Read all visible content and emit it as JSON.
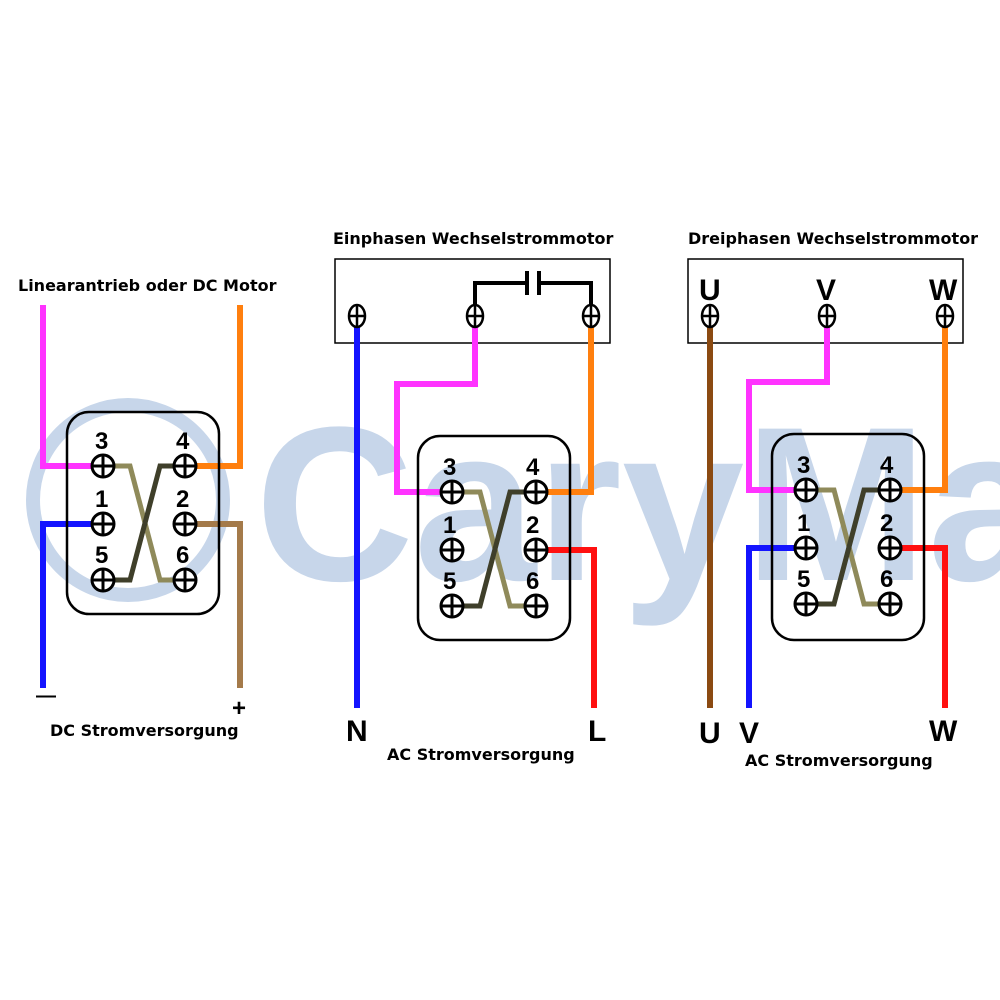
{
  "watermark": "CaryMart",
  "colors": {
    "magenta": "#ff33ff",
    "orange": "#ff7f0e",
    "blue": "#1414ff",
    "brown": "#a47a4a",
    "dark_brown": "#8b4a12",
    "red": "#ff1010",
    "olive": "#8f8a5a",
    "dark_olive": "#3f3f2a",
    "watermark": "#c7d6ea"
  },
  "panel_dc": {
    "title": "Linearantrieb oder DC Motor",
    "terminals": [
      "3",
      "4",
      "1",
      "2",
      "5",
      "6"
    ],
    "minus": "—",
    "plus": "+",
    "supply": "DC Stromversorgung"
  },
  "panel_single": {
    "title": "Einphasen Wechselstrommotor",
    "terminals": [
      "3",
      "4",
      "1",
      "2",
      "5",
      "6"
    ],
    "left_label": "N",
    "right_label": "L",
    "supply": "AC Stromversorgung"
  },
  "panel_three": {
    "title": "Dreiphasen Wechselstrommotor",
    "motor_labels": [
      "U",
      "V",
      "W"
    ],
    "terminals": [
      "3",
      "4",
      "1",
      "2",
      "5",
      "6"
    ],
    "bottom_labels": [
      "U",
      "V",
      "W"
    ],
    "supply": "AC Stromversorgung"
  }
}
